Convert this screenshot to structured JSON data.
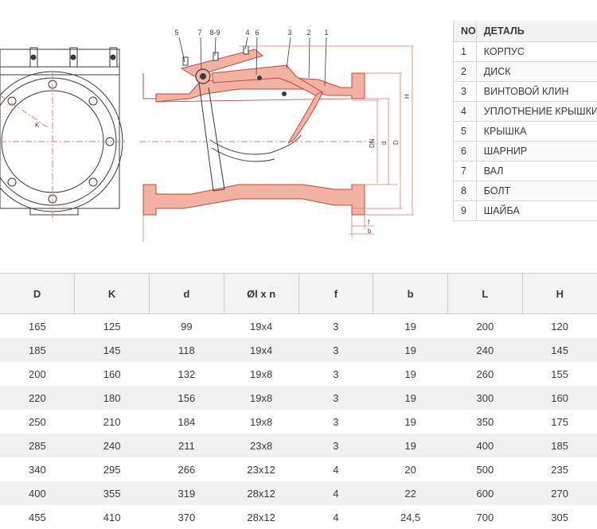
{
  "drawing": {
    "part_callouts": [
      "5",
      "7",
      "8-9",
      "4",
      "6",
      "3",
      "2",
      "1"
    ],
    "dimension_labels": [
      "H",
      "DN",
      "d",
      "D",
      "f",
      "b",
      "K"
    ]
  },
  "parts_table": {
    "headers": [
      "NO",
      "ДЕТАЛЬ"
    ],
    "rows": [
      [
        "1",
        "КОРПУС"
      ],
      [
        "2",
        "ДИСК"
      ],
      [
        "3",
        "ВИНТОВОЙ КЛИН"
      ],
      [
        "4",
        "УПЛОТНЕНИЕ КРЫШКИ"
      ],
      [
        "5",
        "КРЫШКА"
      ],
      [
        "6",
        "ШАРНИР"
      ],
      [
        "7",
        "ВАЛ"
      ],
      [
        "8",
        "БОЛТ"
      ],
      [
        "9",
        "ШАЙБА"
      ]
    ]
  },
  "dimensions_table": {
    "headers": [
      "D",
      "K",
      "d",
      "Øl x n",
      "f",
      "b",
      "L",
      "H"
    ],
    "rows": [
      [
        "165",
        "125",
        "99",
        "19x4",
        "3",
        "19",
        "200",
        "120"
      ],
      [
        "185",
        "145",
        "118",
        "19x4",
        "3",
        "19",
        "240",
        "145"
      ],
      [
        "200",
        "160",
        "132",
        "19x8",
        "3",
        "19",
        "260",
        "155"
      ],
      [
        "220",
        "180",
        "156",
        "19x8",
        "3",
        "19",
        "300",
        "160"
      ],
      [
        "250",
        "210",
        "184",
        "19x8",
        "3",
        "19",
        "350",
        "175"
      ],
      [
        "285",
        "240",
        "211",
        "23x8",
        "3",
        "19",
        "400",
        "185"
      ],
      [
        "340",
        "295",
        "266",
        "23x12",
        "4",
        "20",
        "500",
        "235"
      ],
      [
        "400",
        "355",
        "319",
        "28x12",
        "4",
        "22",
        "600",
        "270"
      ],
      [
        "455",
        "410",
        "370",
        "28x12",
        "4",
        "24,5",
        "700",
        "305"
      ]
    ]
  },
  "colors": {
    "section_fill": "#f2b3a3",
    "section_line": "#c8443a",
    "dim_line": "#e2756d",
    "outline": "#3a3a3a"
  }
}
